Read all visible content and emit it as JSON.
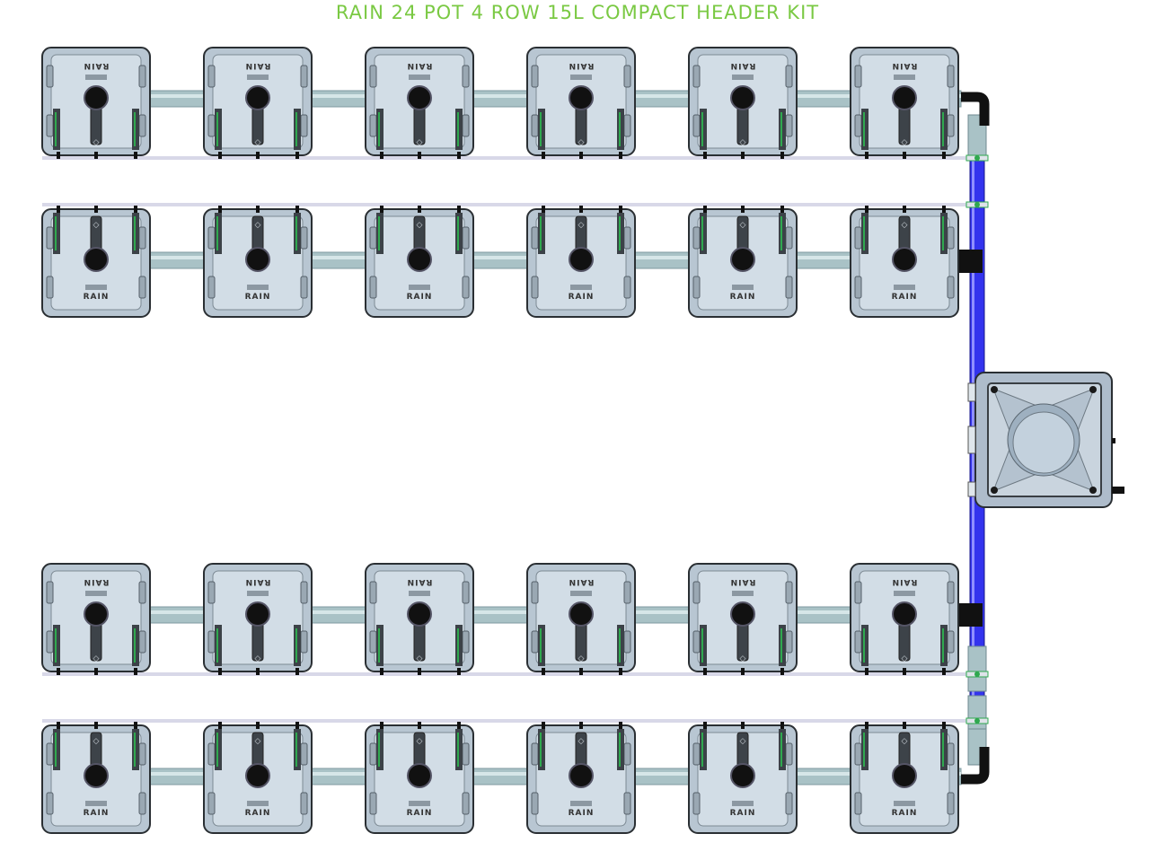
{
  "title": "RAIN 24 POT 4 ROW 15L COMPACT HEADER KIT",
  "pot_label": "RAIN",
  "pots_per_row": 6,
  "row_orientations": [
    "flipped",
    "normal",
    "flipped",
    "normal"
  ],
  "colors": {
    "title": "#7ac943",
    "pot_fill": "#b8c6d2",
    "pot_inner": "#d2dde6",
    "pot_outline": "#2a2f33",
    "pipe": "#a9c2c6",
    "manifold": "#3333ee",
    "drip_line": "#d8d8e8",
    "fitting": "#2fa84f",
    "hose": "#111111"
  }
}
